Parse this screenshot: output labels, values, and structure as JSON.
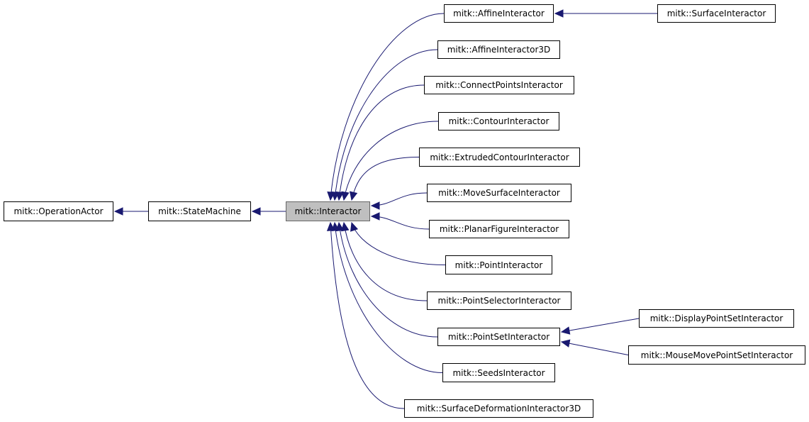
{
  "diagram": {
    "title": "Inheritance diagram for mitk::Interactor",
    "colors": {
      "edge": "#191970",
      "current_fill": "#bfbfbf",
      "node_border": "#000000"
    },
    "nodes": [
      {
        "id": "OperationActor",
        "label": "mitk::OperationActor"
      },
      {
        "id": "StateMachine",
        "label": "mitk::StateMachine"
      },
      {
        "id": "Interactor",
        "label": "mitk::Interactor",
        "current": true
      },
      {
        "id": "AffineInteractor",
        "label": "mitk::AffineInteractor"
      },
      {
        "id": "SurfaceInteractor",
        "label": "mitk::SurfaceInteractor"
      },
      {
        "id": "AffineInteractor3D",
        "label": "mitk::AffineInteractor3D"
      },
      {
        "id": "ConnectPointsInteractor",
        "label": "mitk::ConnectPointsInteractor"
      },
      {
        "id": "ContourInteractor",
        "label": "mitk::ContourInteractor"
      },
      {
        "id": "ExtrudedContourInteractor",
        "label": "mitk::ExtrudedContourInteractor"
      },
      {
        "id": "MoveSurfaceInteractor",
        "label": "mitk::MoveSurfaceInteractor"
      },
      {
        "id": "PlanarFigureInteractor",
        "label": "mitk::PlanarFigureInteractor"
      },
      {
        "id": "PointInteractor",
        "label": "mitk::PointInteractor"
      },
      {
        "id": "PointSelectorInteractor",
        "label": "mitk::PointSelectorInteractor"
      },
      {
        "id": "PointSetInteractor",
        "label": "mitk::PointSetInteractor"
      },
      {
        "id": "DisplayPointSetInteractor",
        "label": "mitk::DisplayPointSetInteractor"
      },
      {
        "id": "MouseMovePointSetInteractor",
        "label": "mitk::MouseMovePointSetInteractor"
      },
      {
        "id": "SeedsInteractor",
        "label": "mitk::SeedsInteractor"
      },
      {
        "id": "SurfaceDeformationInteractor3D",
        "label": "mitk::SurfaceDeformationInteractor3D"
      }
    ],
    "edges": [
      {
        "child": "StateMachine",
        "parent": "OperationActor"
      },
      {
        "child": "Interactor",
        "parent": "StateMachine"
      },
      {
        "child": "AffineInteractor",
        "parent": "Interactor"
      },
      {
        "child": "SurfaceInteractor",
        "parent": "AffineInteractor"
      },
      {
        "child": "AffineInteractor3D",
        "parent": "Interactor"
      },
      {
        "child": "ConnectPointsInteractor",
        "parent": "Interactor"
      },
      {
        "child": "ContourInteractor",
        "parent": "Interactor"
      },
      {
        "child": "ExtrudedContourInteractor",
        "parent": "Interactor"
      },
      {
        "child": "MoveSurfaceInteractor",
        "parent": "Interactor"
      },
      {
        "child": "PlanarFigureInteractor",
        "parent": "Interactor"
      },
      {
        "child": "PointInteractor",
        "parent": "Interactor"
      },
      {
        "child": "PointSelectorInteractor",
        "parent": "Interactor"
      },
      {
        "child": "PointSetInteractor",
        "parent": "Interactor"
      },
      {
        "child": "DisplayPointSetInteractor",
        "parent": "PointSetInteractor"
      },
      {
        "child": "MouseMovePointSetInteractor",
        "parent": "PointSetInteractor"
      },
      {
        "child": "SeedsInteractor",
        "parent": "Interactor"
      },
      {
        "child": "SurfaceDeformationInteractor3D",
        "parent": "Interactor"
      }
    ]
  }
}
